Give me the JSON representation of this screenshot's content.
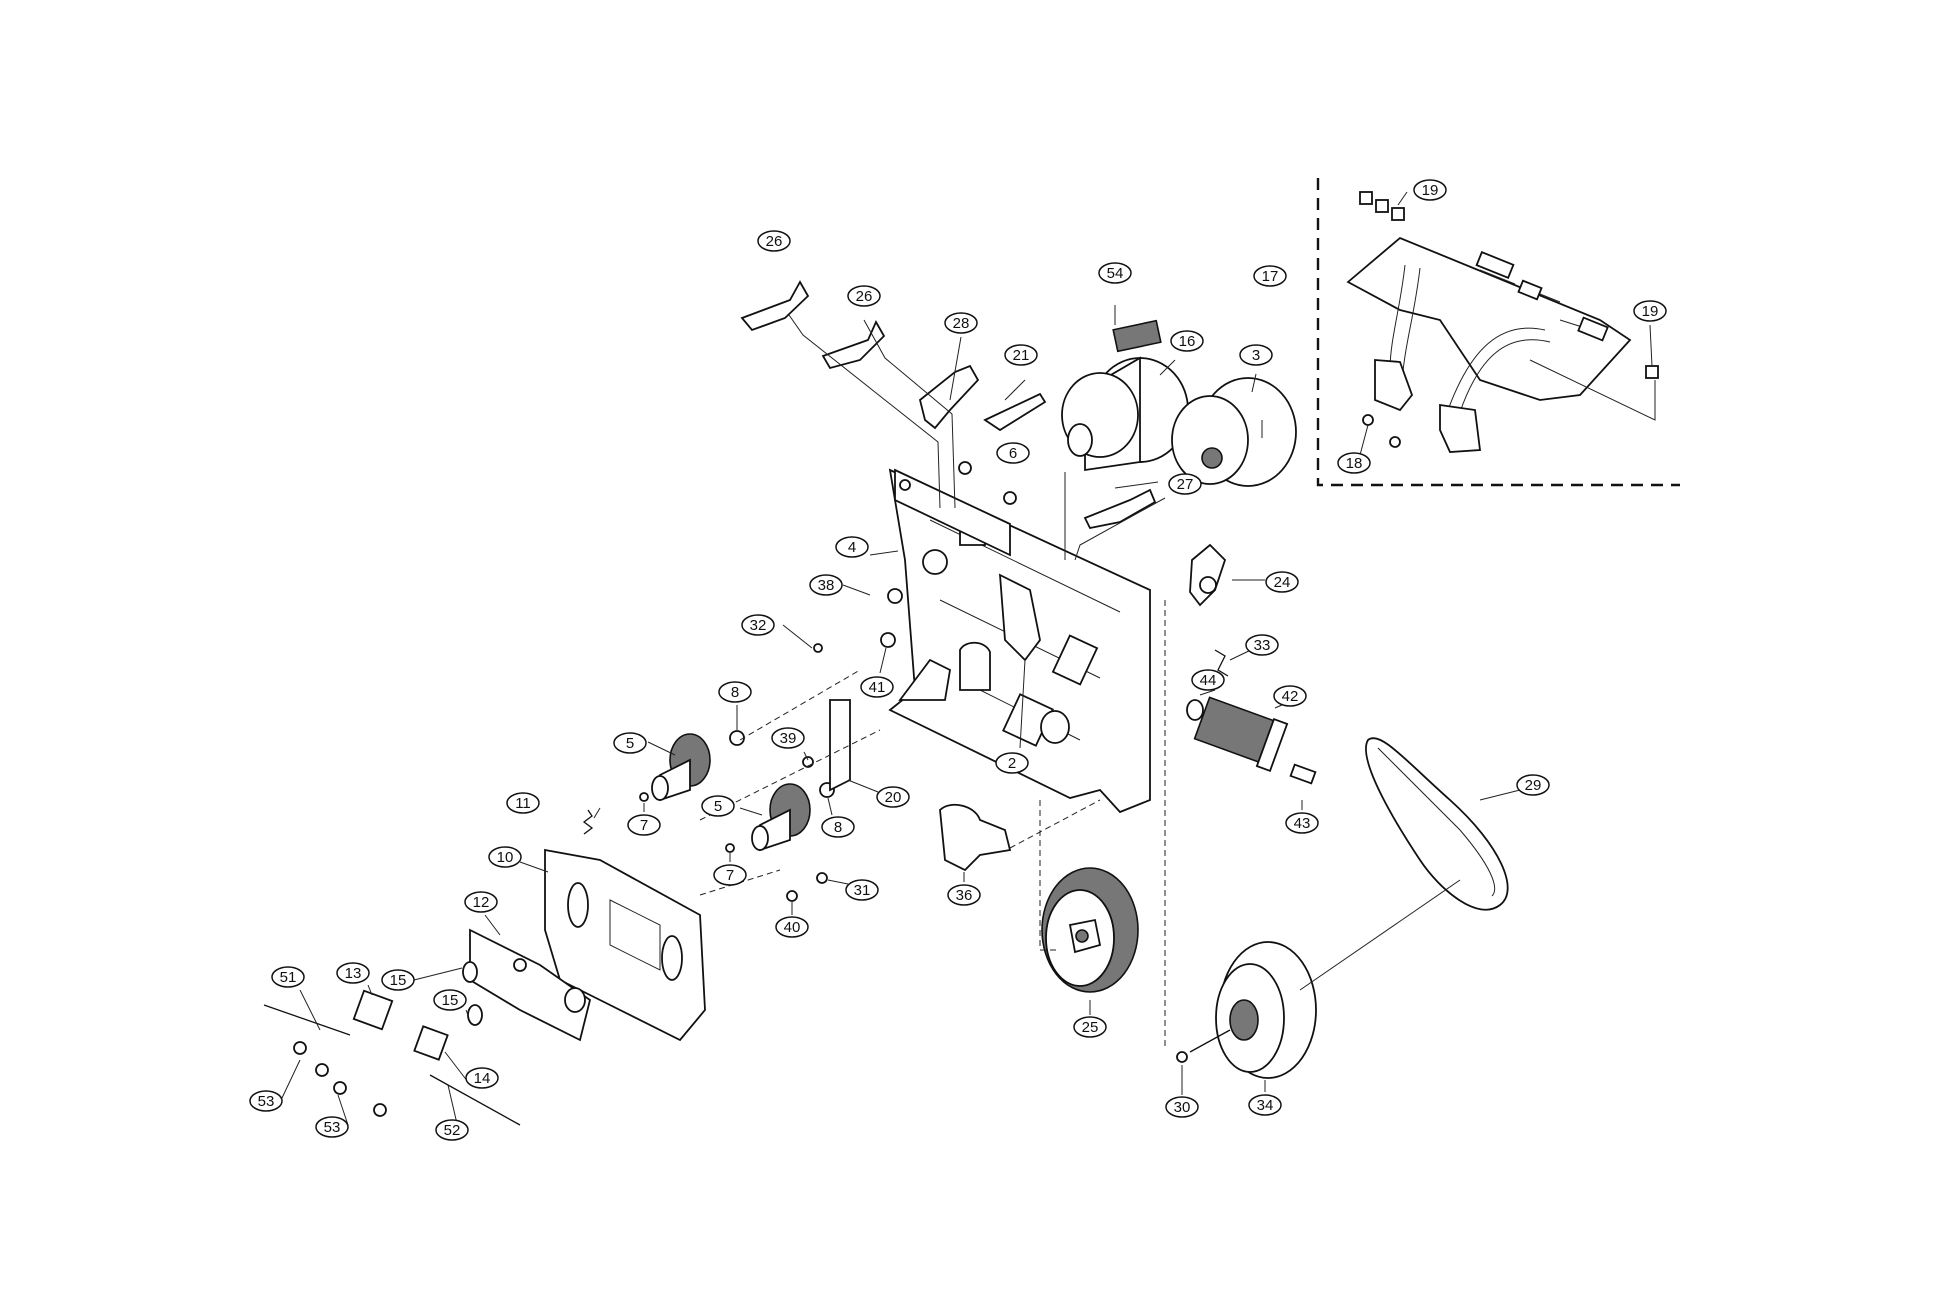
{
  "diagram": {
    "labels": [
      {
        "id": "26a",
        "text": "26"
      },
      {
        "id": "26b",
        "text": "26"
      },
      {
        "id": "28",
        "text": "28"
      },
      {
        "id": "21",
        "text": "21"
      },
      {
        "id": "54",
        "text": "54"
      },
      {
        "id": "16",
        "text": "16"
      },
      {
        "id": "3",
        "text": "3"
      },
      {
        "id": "17",
        "text": "17"
      },
      {
        "id": "19a",
        "text": "19"
      },
      {
        "id": "19b",
        "text": "19"
      },
      {
        "id": "18",
        "text": "18"
      },
      {
        "id": "6",
        "text": "6"
      },
      {
        "id": "27",
        "text": "27"
      },
      {
        "id": "4",
        "text": "4"
      },
      {
        "id": "24",
        "text": "24"
      },
      {
        "id": "38",
        "text": "38"
      },
      {
        "id": "32",
        "text": "32"
      },
      {
        "id": "33",
        "text": "33"
      },
      {
        "id": "41",
        "text": "41"
      },
      {
        "id": "8a",
        "text": "8"
      },
      {
        "id": "44",
        "text": "44"
      },
      {
        "id": "42",
        "text": "42"
      },
      {
        "id": "5a",
        "text": "5"
      },
      {
        "id": "39",
        "text": "39"
      },
      {
        "id": "2",
        "text": "2"
      },
      {
        "id": "20",
        "text": "20"
      },
      {
        "id": "5b",
        "text": "5"
      },
      {
        "id": "8b",
        "text": "8"
      },
      {
        "id": "7a",
        "text": "7"
      },
      {
        "id": "11",
        "text": "11"
      },
      {
        "id": "43",
        "text": "43"
      },
      {
        "id": "29",
        "text": "29"
      },
      {
        "id": "10",
        "text": "10"
      },
      {
        "id": "7b",
        "text": "7"
      },
      {
        "id": "31",
        "text": "31"
      },
      {
        "id": "36",
        "text": "36"
      },
      {
        "id": "12",
        "text": "12"
      },
      {
        "id": "40",
        "text": "40"
      },
      {
        "id": "51",
        "text": "51"
      },
      {
        "id": "15a",
        "text": "15"
      },
      {
        "id": "13",
        "text": "13"
      },
      {
        "id": "15b",
        "text": "15"
      },
      {
        "id": "25",
        "text": "25"
      },
      {
        "id": "14",
        "text": "14"
      },
      {
        "id": "53a",
        "text": "53"
      },
      {
        "id": "53b",
        "text": "53"
      },
      {
        "id": "52",
        "text": "52"
      },
      {
        "id": "30",
        "text": "30"
      },
      {
        "id": "34",
        "text": "34"
      }
    ]
  }
}
